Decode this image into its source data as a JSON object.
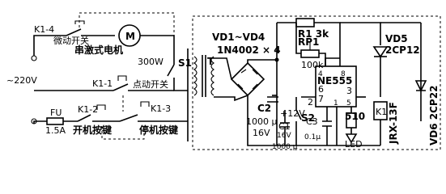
{
  "labels": {
    "k1_4": "K1-4",
    "micro_switch": "微动开关",
    "series_motor": "串激式电机",
    "motor_power": "300W",
    "s1": "S1",
    "voltage": "~220V",
    "k1_1": "K1-1",
    "tap_switch": "点动开关",
    "fu": "FU",
    "fuse_rating": "1.5A",
    "k1_2": "K1-2",
    "k1_3": "K1-3",
    "start_button": "开机按键",
    "stop_button": "停机按键",
    "transformer": "T",
    "bridge": "VD1~VD4",
    "diode_type": "1N4002 × 4",
    "r1": "R1 3k",
    "rp1": "RP1",
    "rp1_value": "100k",
    "ic": "NE555",
    "pin4": "4",
    "pin8": "8",
    "pin6": "6",
    "pin7": "7",
    "pin2": "2",
    "pin3": "3",
    "pin1": "1",
    "pin5": "5",
    "vd5": "VD5",
    "vd5_type": "2CP12",
    "vd6": "VD6 2CP22",
    "relay": "JRX-13F",
    "k1_coil": "K1",
    "plus12": "+12V",
    "c2": "C2",
    "c2_value": "1000 μ",
    "c2_voltage": "16V",
    "c1": "C1",
    "c1_voltage": "16V",
    "c1_value": "1000 μ",
    "s2": "S2",
    "c3": "C3",
    "c3_value": "0.1μ",
    "r510": "510",
    "led": "LED",
    "motor_symbol": "M"
  }
}
